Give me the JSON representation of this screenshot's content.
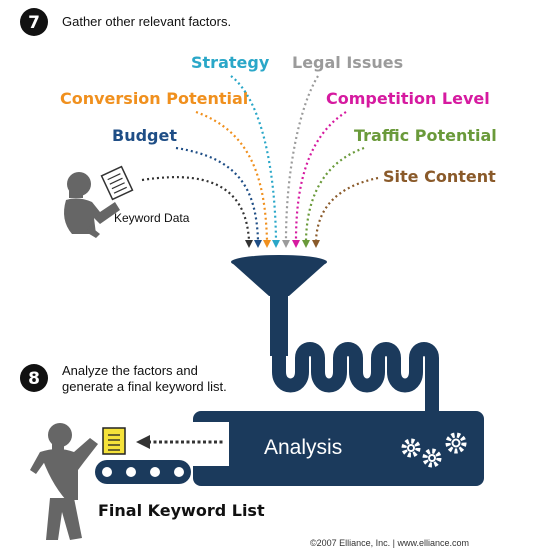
{
  "steps": [
    {
      "number": "7",
      "text": "Gather other relevant factors."
    },
    {
      "number": "8",
      "line1": "Analyze the factors and",
      "line2": "generate a final keyword list."
    }
  ],
  "factors": [
    {
      "label": "Strategy",
      "color": "#2aa7c8"
    },
    {
      "label": "Legal Issues",
      "color": "#9b9b9b"
    },
    {
      "label": "Conversion Potential",
      "color": "#f0901e"
    },
    {
      "label": "Competition Level",
      "color": "#d61aa0"
    },
    {
      "label": "Budget",
      "color": "#1f4e86"
    },
    {
      "label": "Traffic Potential",
      "color": "#6a9a3a"
    },
    {
      "label": "Site Content",
      "color": "#8a5a2a"
    }
  ],
  "keyword_data_label": "Keyword Data",
  "machine_label": "Analysis",
  "final_label": "Final Keyword List",
  "footer": "©2007 Elliance, Inc.   |   www.elliance.com",
  "colors": {
    "navy": "#1b3a5c",
    "person": "#666666",
    "paper": "#f5e23a",
    "arrow_dark": "#333333"
  }
}
